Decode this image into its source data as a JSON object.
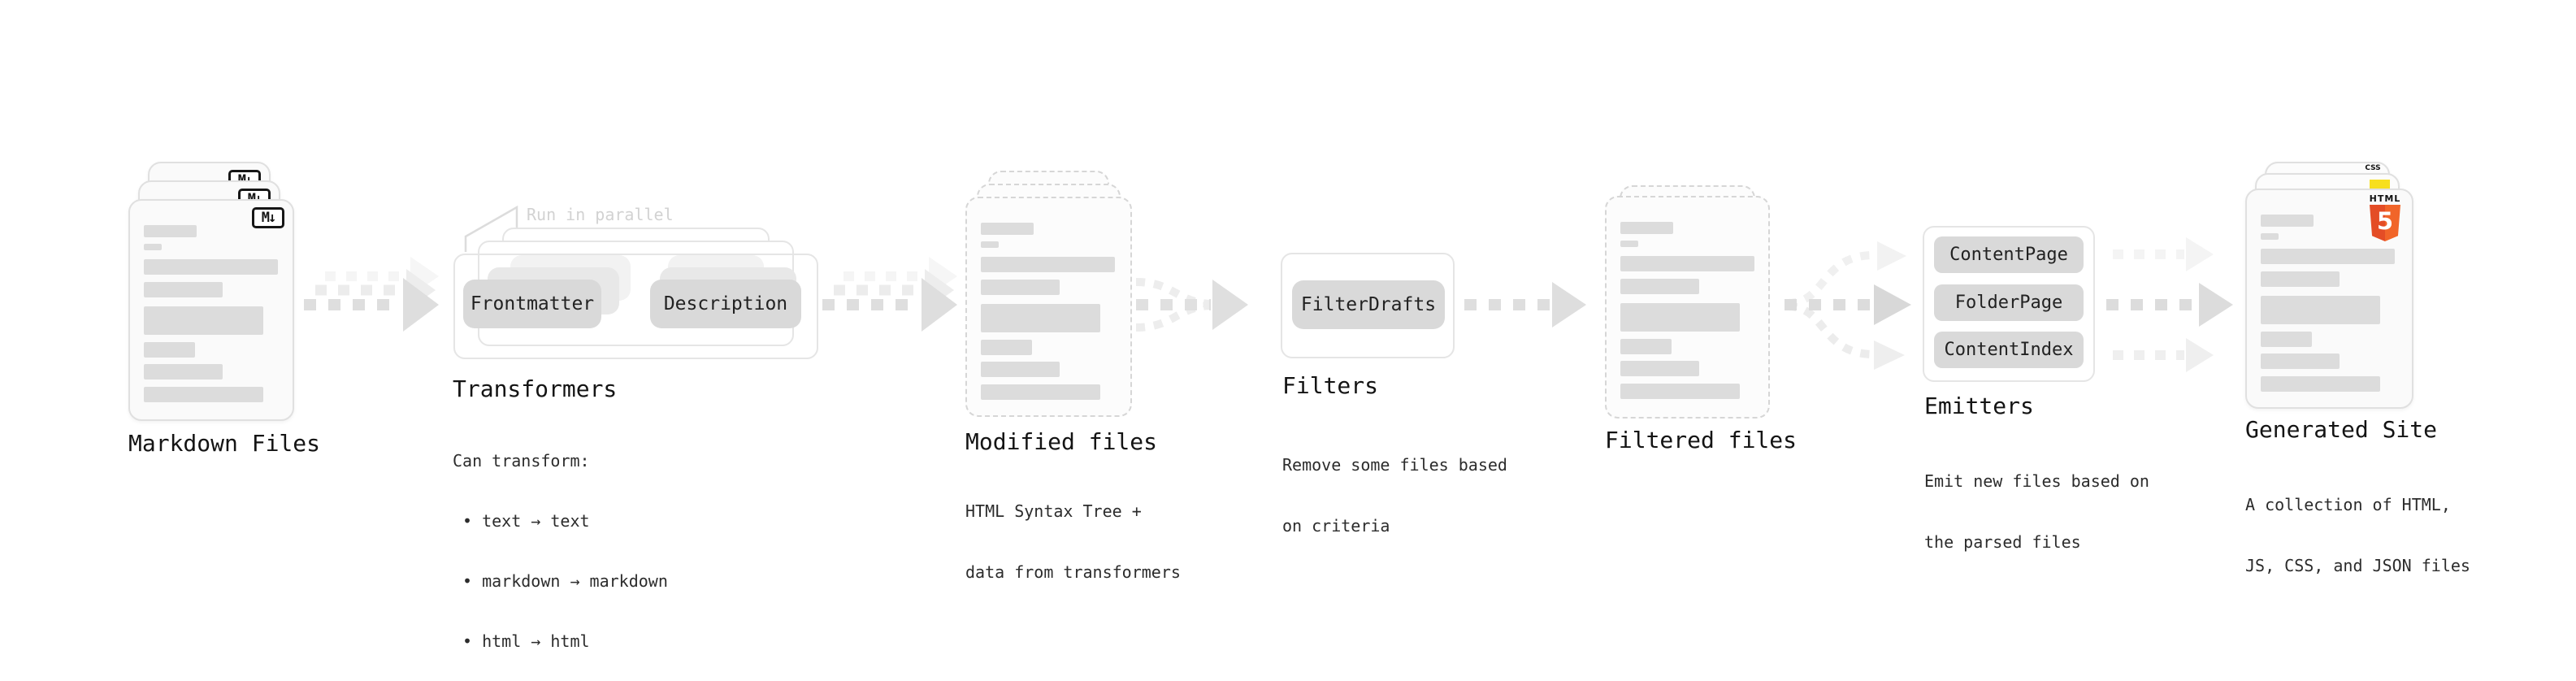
{
  "stages": {
    "markdown": {
      "title": "Markdown Files",
      "badge": "M↓"
    },
    "transformers": {
      "title": "Transformers",
      "annotation": "Run in parallel",
      "pills": {
        "frontmatter": "Frontmatter",
        "description": "Description"
      },
      "desc": {
        "heading": "Can transform:",
        "bullets": [
          "• text → text",
          "• markdown → markdown",
          "• html → html"
        ]
      }
    },
    "modified": {
      "title": "Modified files",
      "desc": [
        "HTML Syntax Tree +",
        "data from transformers"
      ]
    },
    "filters": {
      "title": "Filters",
      "pill": "FilterDrafts",
      "desc": [
        "Remove some files based",
        "on criteria"
      ]
    },
    "filtered": {
      "title": "Filtered files"
    },
    "emitters": {
      "title": "Emitters",
      "pills": [
        "ContentPage",
        "FolderPage",
        "ContentIndex"
      ],
      "desc": [
        "Emit new files based on",
        "the parsed files"
      ]
    },
    "site": {
      "title": "Generated Site",
      "desc": [
        "A collection of HTML,",
        "JS, CSS, and JSON files"
      ],
      "badges": {
        "html_label": "HTML",
        "html_number": "5",
        "css": "CSS"
      }
    }
  },
  "colors": {
    "pill_fill": "#d9d9d9",
    "card_fill": "#fafafa",
    "card_border": "#e0e0e0",
    "placeholder_bar": "#dcdcdc",
    "arrow": "#dedede",
    "arrow_faint": "#f0f0f0",
    "annotation_text": "#d2d2d2",
    "title_text": "#141414",
    "body_text": "#2c2c2c",
    "html5_orange": "#e44d26",
    "js_yellow": "#f7df1e",
    "css_blue": "#2965f1",
    "badge_black": "#161616"
  }
}
